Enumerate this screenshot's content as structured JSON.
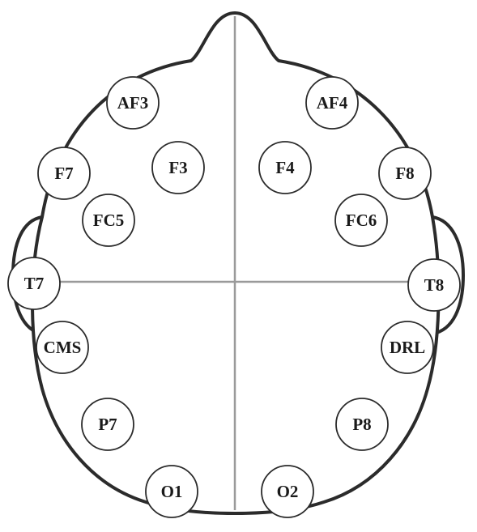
{
  "electrodes": [
    {
      "id": "AF3",
      "label": "AF3"
    },
    {
      "id": "AF4",
      "label": "AF4"
    },
    {
      "id": "F3",
      "label": "F3"
    },
    {
      "id": "F4",
      "label": "F4"
    },
    {
      "id": "F7",
      "label": "F7"
    },
    {
      "id": "F8",
      "label": "F8"
    },
    {
      "id": "FC5",
      "label": "FC5"
    },
    {
      "id": "FC6",
      "label": "FC6"
    },
    {
      "id": "T7",
      "label": "T7"
    },
    {
      "id": "T8",
      "label": "T8"
    },
    {
      "id": "CMS",
      "label": "CMS"
    },
    {
      "id": "DRL",
      "label": "DRL"
    },
    {
      "id": "P7",
      "label": "P7"
    },
    {
      "id": "P8",
      "label": "P8"
    },
    {
      "id": "O1",
      "label": "O1"
    },
    {
      "id": "O2",
      "label": "O2"
    }
  ]
}
